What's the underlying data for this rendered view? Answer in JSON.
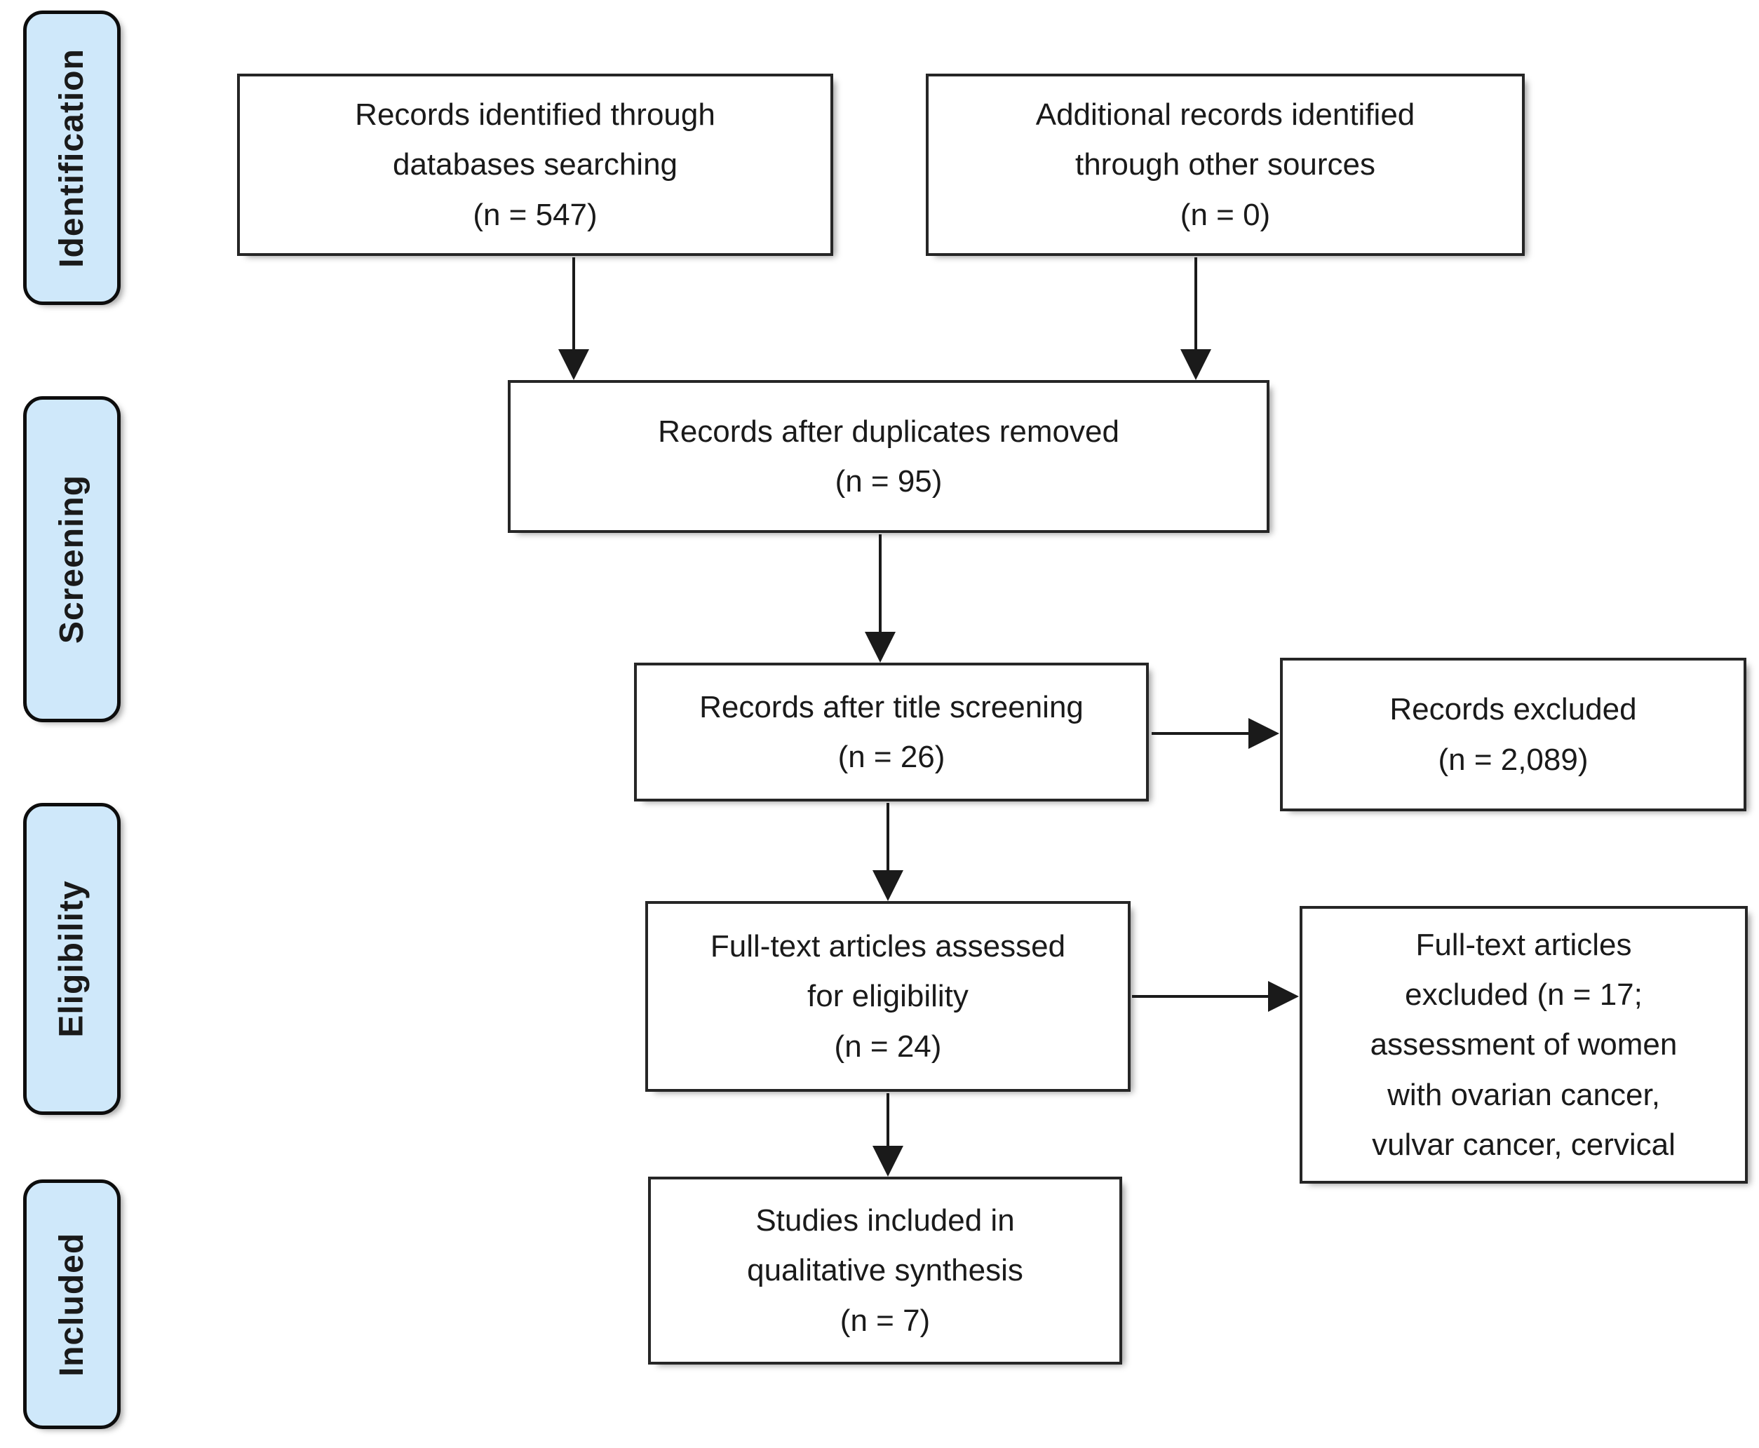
{
  "diagram": {
    "kind": "prisma-flow-diagram",
    "stages": [
      {
        "id": "identification",
        "label": "Identification"
      },
      {
        "id": "screening",
        "label": "Screening"
      },
      {
        "id": "eligibility",
        "label": "Eligibility"
      },
      {
        "id": "included",
        "label": "Included"
      }
    ],
    "boxes": {
      "records_identified": {
        "text": "Records identified through\ndatabases searching\n(n = 547)",
        "n": "547"
      },
      "additional_records": {
        "text": "Additional records identified\nthrough other sources\n(n = 0)",
        "n": "0"
      },
      "after_duplicates": {
        "text": "Records after duplicates removed\n(n = 95)",
        "n": "95"
      },
      "title_screening": {
        "text": "Records after title screening\n(n = 26)",
        "n": "26"
      },
      "records_excluded": {
        "text": "Records excluded\n(n = 2,089)",
        "n": "2,089"
      },
      "fulltext_assessed": {
        "text": "Full-text articles assessed\nfor eligibility\n(n = 24)",
        "n": "24"
      },
      "fulltext_excluded": {
        "text": "Full-text articles\nexcluded (n = 17;\nassessment of women\nwith ovarian cancer,\nvulvar cancer, cervical",
        "n": "17"
      },
      "included_qualitative": {
        "text": "Studies included in\nqualitative synthesis\n(n = 7)",
        "n": "7"
      }
    },
    "colors": {
      "stage_fill": "#cfe8fa",
      "stage_border": "#0d0d0d",
      "box_border": "#262626",
      "text": "#1a1a1a",
      "arrow": "#1a1a1a",
      "background": "#ffffff"
    }
  }
}
